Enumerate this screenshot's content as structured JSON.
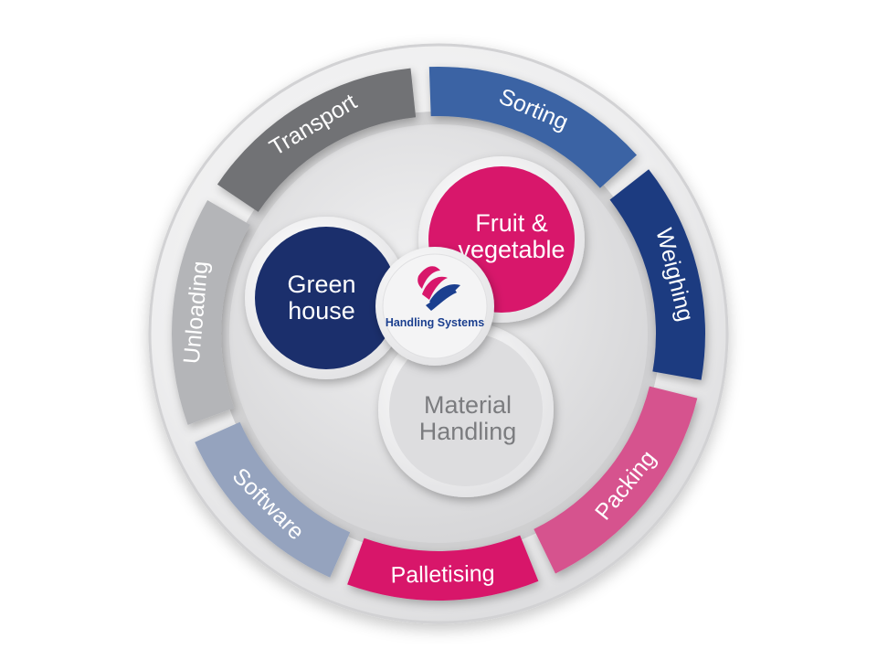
{
  "ring_segments": [
    {
      "label": "Unloading",
      "color": "#b4b5b8"
    },
    {
      "label": "Transport",
      "color": "#717275"
    },
    {
      "label": "Sorting",
      "color": "#3a64a4"
    },
    {
      "label": "Weighing",
      "color": "#1d3a80"
    },
    {
      "label": "Packing",
      "color": "#d6538e"
    },
    {
      "label": "Palletising",
      "color": "#d8176b"
    },
    {
      "label": "Software",
      "color": "#95a3be"
    }
  ],
  "core": {
    "greenhouse": {
      "line1": "Green",
      "line2": "house",
      "color": "#1b2f6c"
    },
    "fruit": {
      "line1": "Fruit &",
      "line2": "vegetable",
      "color": "#d8176b"
    },
    "material": {
      "line1": "Material",
      "line2": "Handling",
      "text_color": "#7b7c7f"
    }
  },
  "center_logo": {
    "name": "Handling Systems",
    "colors": [
      "#d8176b",
      "#1b3f8f"
    ]
  }
}
